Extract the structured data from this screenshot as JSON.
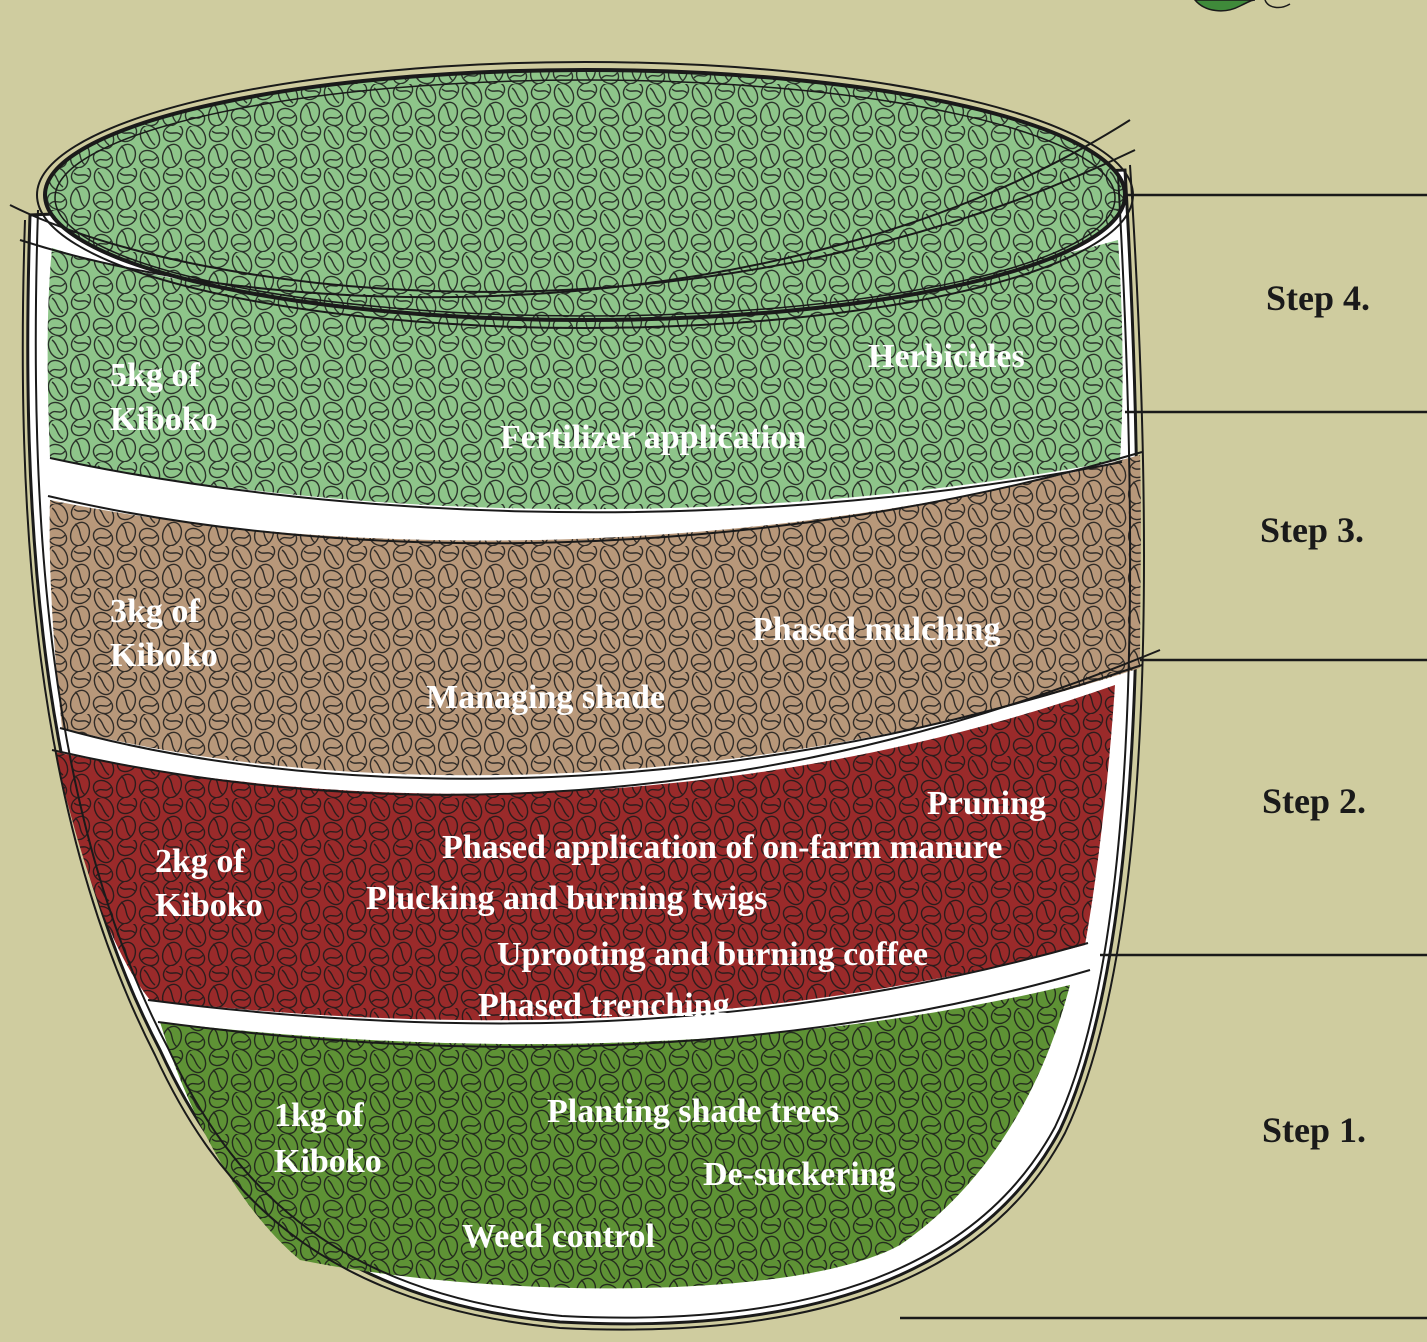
{
  "colors": {
    "background": "#cfcc9f",
    "step4_band": "#8ec58a",
    "step3_band": "#b8987a",
    "step2_band": "#9a2a2a",
    "step1_band": "#5e9235",
    "outline": "#1a1a1a",
    "label_text": "#ffffff"
  },
  "steps": [
    {
      "label": "Step 4.",
      "amount_line1": "5kg of",
      "amount_line2": "Kiboko",
      "practices": [
        "Herbicides",
        "Fertilizer application"
      ]
    },
    {
      "label": "Step 3.",
      "amount_line1": "3kg of",
      "amount_line2": "Kiboko",
      "practices": [
        "Phased mulching",
        "Managing shade"
      ]
    },
    {
      "label": "Step 2.",
      "amount_line1": "2kg of",
      "amount_line2": "Kiboko",
      "practices": [
        "Pruning",
        "Phased application of on-farm manure",
        "Plucking and burning twigs",
        "Uprooting and burning coffee",
        "Phased trenching"
      ]
    },
    {
      "label": "Step 1.",
      "amount_line1": "1kg of",
      "amount_line2": "Kiboko",
      "practices": [
        "Planting shade trees",
        "De-suckering",
        "Weed control"
      ]
    }
  ]
}
